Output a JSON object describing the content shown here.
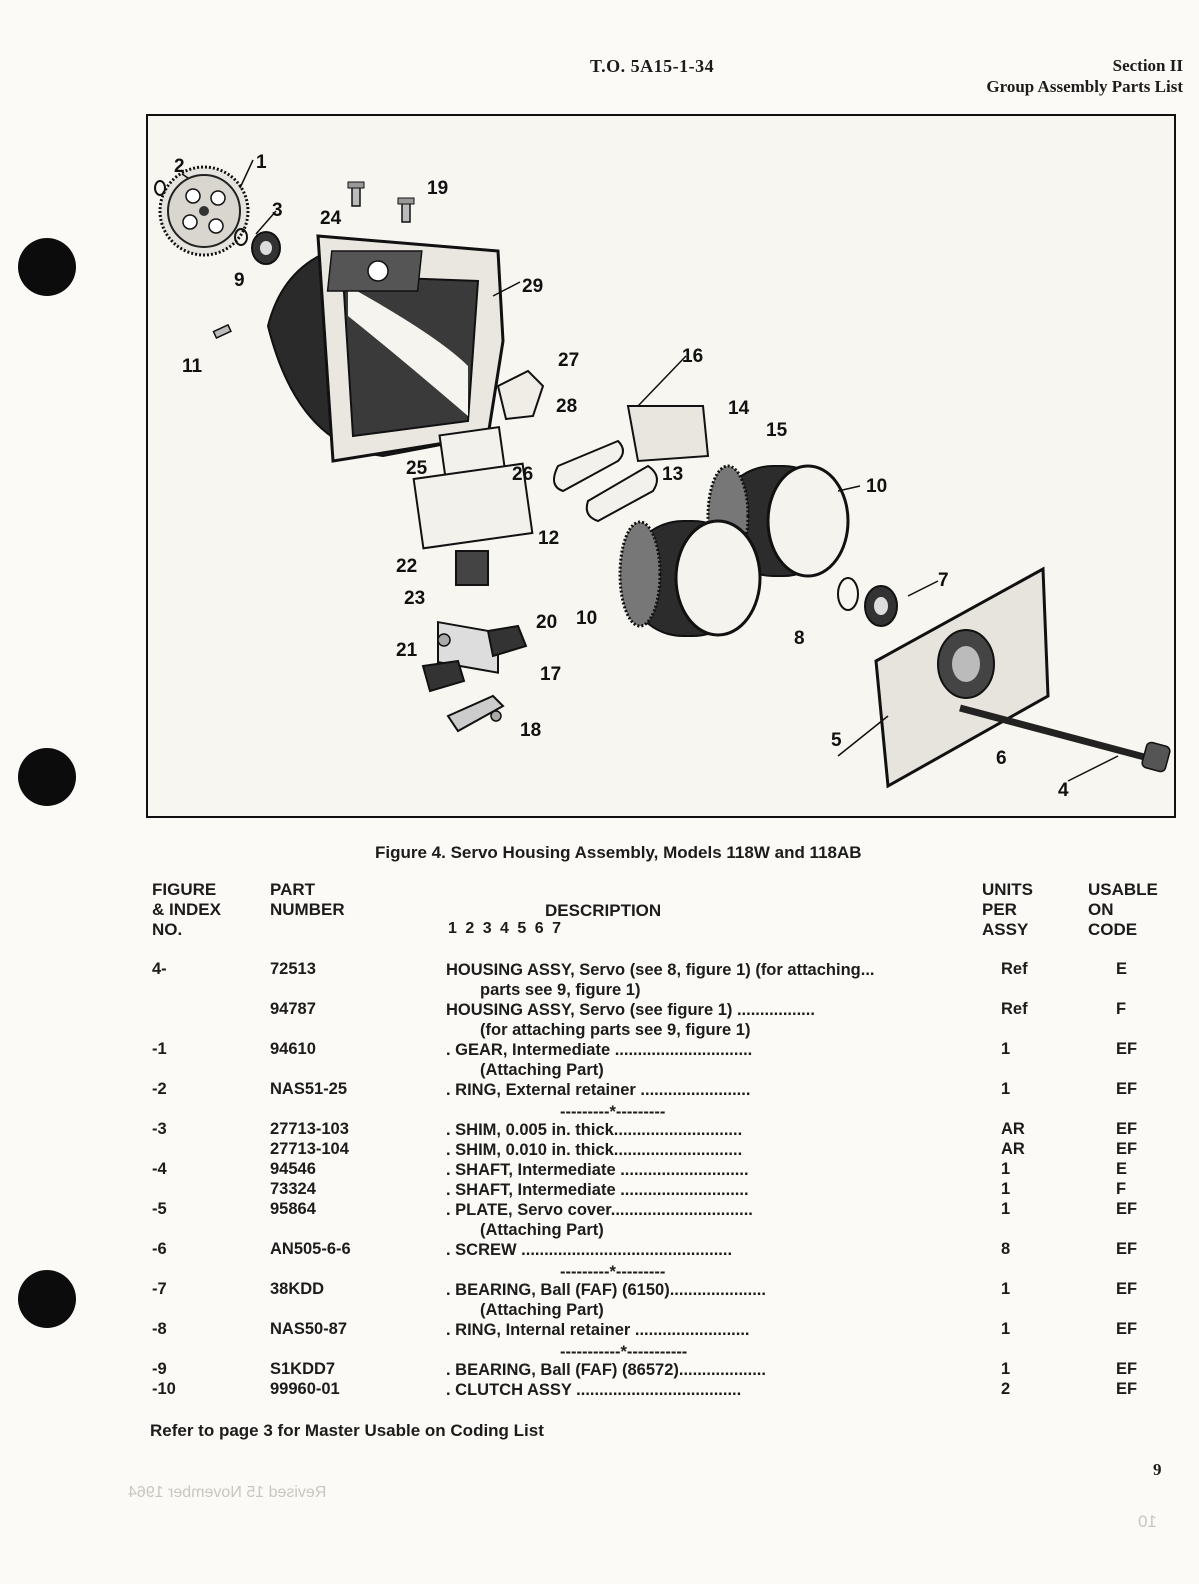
{
  "header": {
    "to_number": "T.O. 5A15-1-34",
    "section": "Section II",
    "group_title": "Group Assembly Parts List"
  },
  "figure": {
    "callouts": [
      "1",
      "2",
      "3",
      "4",
      "5",
      "6",
      "7",
      "8",
      "9",
      "10",
      "10",
      "11",
      "12",
      "13",
      "14",
      "15",
      "16",
      "17",
      "18",
      "19",
      "20",
      "21",
      "22",
      "23",
      "24",
      "25",
      "26",
      "27",
      "28",
      "29"
    ],
    "caption": "Figure 4.  Servo Housing Assembly, Models 118W and 118AB"
  },
  "table": {
    "headers": {
      "figure_index": [
        "FIGURE",
        "& INDEX",
        "NO."
      ],
      "part_number": [
        "PART",
        "NUMBER"
      ],
      "description": "DESCRIPTION",
      "indent_digits": "1 2 3 4 5 6 7",
      "units": [
        "UNITS",
        "PER",
        "ASSY"
      ],
      "usable": [
        "USABLE",
        "ON",
        "CODE"
      ]
    },
    "rows": [
      {
        "index": "4-",
        "part": "72513",
        "desc": "HOUSING ASSY, Servo (see 8, figure 1) (for attaching...",
        "desc2": "parts see 9, figure 1)",
        "units": "Ref",
        "code": "E"
      },
      {
        "index": "",
        "part": "94787",
        "desc": "HOUSING ASSY, Servo (see figure 1) .................",
        "desc2": "(for attaching parts see 9, figure 1)",
        "units": "Ref",
        "code": "F"
      },
      {
        "index": "-1",
        "part": "94610",
        "desc": ". GEAR, Intermediate ..............................",
        "desc2": "(Attaching Part)",
        "units": "1",
        "code": "EF"
      },
      {
        "index": "-2",
        "part": "NAS51-25",
        "desc": ". RING, External retainer ........................",
        "desc2": "",
        "units": "1",
        "code": "EF"
      },
      {
        "index": "",
        "part": "",
        "desc": "---------*---------",
        "desc2": "",
        "units": "",
        "code": ""
      },
      {
        "index": "-3",
        "part": "27713-103",
        "desc": ". SHIM, 0.005 in. thick............................",
        "desc2": "",
        "units": "AR",
        "code": "EF"
      },
      {
        "index": "",
        "part": "27713-104",
        "desc": ". SHIM, 0.010 in. thick............................",
        "desc2": "",
        "units": "AR",
        "code": "EF"
      },
      {
        "index": "-4",
        "part": "94546",
        "desc": ". SHAFT, Intermediate ............................",
        "desc2": "",
        "units": "1",
        "code": "E"
      },
      {
        "index": "",
        "part": "73324",
        "desc": ". SHAFT, Intermediate ............................",
        "desc2": "",
        "units": "1",
        "code": "F"
      },
      {
        "index": "-5",
        "part": "95864",
        "desc": ". PLATE, Servo cover...............................",
        "desc2": "(Attaching Part)",
        "units": "1",
        "code": "EF"
      },
      {
        "index": "-6",
        "part": "AN505-6-6",
        "desc": ". SCREW ..............................................",
        "desc2": "",
        "units": "8",
        "code": "EF"
      },
      {
        "index": "",
        "part": "",
        "desc": "---------*---------",
        "desc2": "",
        "units": "",
        "code": ""
      },
      {
        "index": "-7",
        "part": "38KDD",
        "desc": ". BEARING, Ball (FAF) (6150).....................",
        "desc2": "(Attaching Part)",
        "units": "1",
        "code": "EF"
      },
      {
        "index": "-8",
        "part": "NAS50-87",
        "desc": ". RING, Internal retainer .........................",
        "desc2": "",
        "units": "1",
        "code": "EF"
      },
      {
        "index": "",
        "part": "",
        "desc": "-----------*-----------",
        "desc2": "",
        "units": "",
        "code": ""
      },
      {
        "index": "-9",
        "part": "S1KDD7",
        "desc": ". BEARING, Ball (FAF) (86572)...................",
        "desc2": "",
        "units": "1",
        "code": "EF"
      },
      {
        "index": "-10",
        "part": "99960-01",
        "desc": ". CLUTCH ASSY ....................................",
        "desc2": "",
        "units": "2",
        "code": "EF"
      }
    ]
  },
  "footer_note": "Refer to page 3 for Master Usable on Coding List",
  "page_number": "9",
  "bleed_through": {
    "page_number": "10",
    "revised": "Revised 15 November 1964"
  }
}
